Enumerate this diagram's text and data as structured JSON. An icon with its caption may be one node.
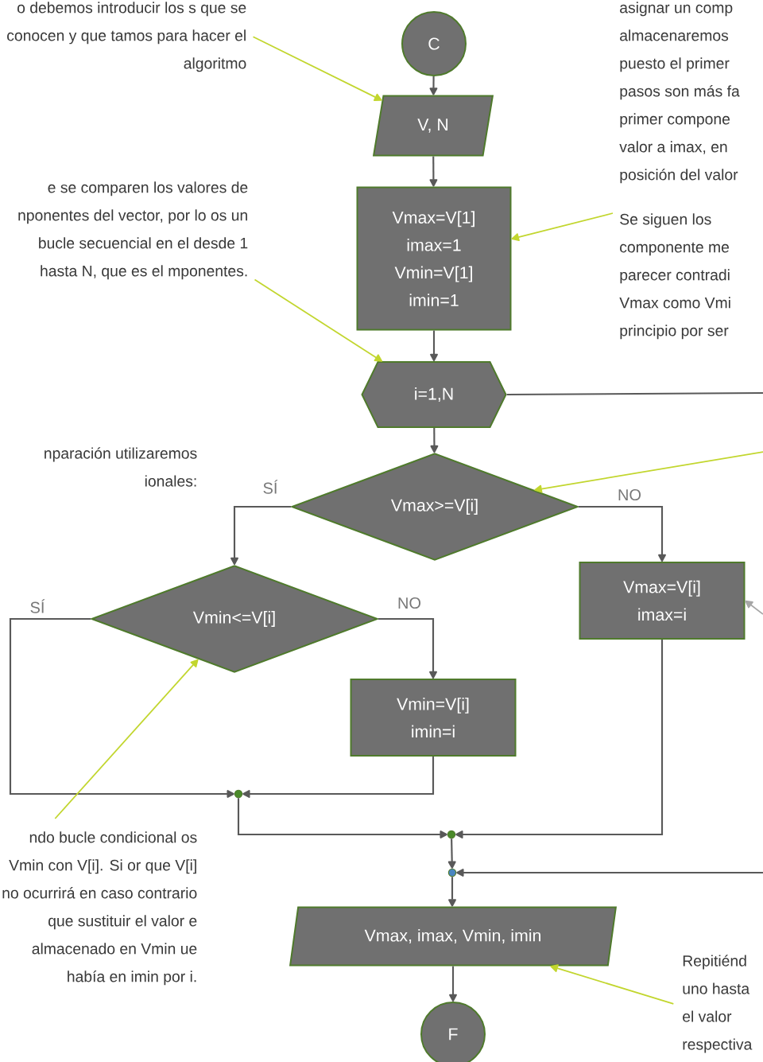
{
  "diagram": {
    "nodes": [
      {
        "text": [
          "C"
        ]
      },
      {
        "text": [
          "V, N"
        ]
      },
      {
        "text": [
          "Vmax=V[1]",
          "imax=1",
          "Vmin=V[1]",
          "imin=1"
        ]
      },
      {
        "text": [
          "i=1,N"
        ]
      },
      {
        "text": [
          "Vmax>=V[i]"
        ]
      },
      {
        "text": [
          "Vmax=V[i]",
          "imax=i"
        ]
      },
      {
        "text": [
          "Vmin<=V[i]"
        ]
      },
      {
        "text": [
          "Vmin=V[i]",
          "imin=i"
        ]
      },
      {
        "text": [],
        "shape": "circle"
      },
      {
        "text": [],
        "shape": "circle"
      },
      {
        "text": [],
        "shape": "circle"
      },
      {
        "text": [
          "Vmax, imax, Vmin, imin"
        ]
      },
      {
        "text": [
          "F"
        ]
      },
      {
        "text": [
          "o debemos introducir los s que se conocen y que tamos para hacer el algoritmo"
        ]
      },
      {
        "text": [
          "e se comparen los valores de nponentes del vector, por lo os un bucle secuencial en el desde 1 hasta N, que es el mponentes."
        ]
      },
      {
        "text": [
          "asignar un comp almacenaremos puesto el primer pasos son más fa primer compone valor a imax, en posición del valor"
        ]
      },
      {
        "text": [
          "Se siguen los componente me parecer contradi Vmax como Vmi principio por ser"
        ]
      },
      {
        "text": [
          "ndo bucle condicional os Vmin con V[i]. Si or que V[i] no ocurrirá en caso contrario que sustituir el valor e almacenado en Vmin ue había en imin por i."
        ]
      },
      {
        "text": [
          "Repitiénd uno hasta el valor respectiva"
        ]
      }
    ],
    "edges": [
      {
        "from": 0,
        "to": 1,
        "arrow": "to"
      },
      {
        "from": 1,
        "to": 2,
        "arrow": "to"
      },
      {
        "from": 2,
        "to": 3,
        "arrow": "to"
      },
      {
        "from": 3,
        "to": 4,
        "arrow": "to"
      },
      {
        "from": 4,
        "to": 6,
        "arrow": "to",
        "label": "SÍ"
      },
      {
        "from": 4,
        "to": 5,
        "arrow": "to",
        "label": "NO"
      },
      {
        "from": 6,
        "to": 8,
        "arrow": "to",
        "label": "SÍ"
      },
      {
        "from": 6,
        "to": 7,
        "arrow": "to",
        "label": "NO"
      },
      {
        "from": 7,
        "to": 8,
        "arrow": "to"
      },
      {
        "from": 8,
        "to": 9,
        "arrow": "to"
      },
      {
        "from": 5,
        "to": 9,
        "arrow": "to"
      },
      {
        "from": 9,
        "to": 10,
        "arrow": "to"
      },
      {
        "from": 3,
        "to": null,
        "arrow": "none"
      },
      {
        "from": null,
        "to": 10,
        "arrow": "to"
      },
      {
        "from": 10,
        "to": 11,
        "arrow": "to"
      },
      {
        "from": 11,
        "to": 12,
        "arrow": "to"
      },
      {
        "from": 13,
        "to": 1,
        "arrow": "to",
        "color": "#c2d62e"
      },
      {
        "from": 14,
        "to": 3,
        "arrow": "to",
        "color": "#c2d62e"
      },
      {
        "from": 16,
        "to": 2,
        "arrow": "to",
        "color": "#c2d62e"
      },
      {
        "from": null,
        "to": 4,
        "arrow": "to",
        "color": "#c2d62e"
      },
      {
        "from": null,
        "to": 5,
        "arrow": "to",
        "color": "#a6a6a6"
      },
      {
        "from": 17,
        "to": 6,
        "arrow": "to",
        "color": "#c2d62e"
      },
      {
        "from": 18,
        "to": 11,
        "arrow": "to",
        "color": "#c2d62e"
      }
    ],
    "labels": [
      "nparación utilizaremos ionales:"
    ]
  }
}
